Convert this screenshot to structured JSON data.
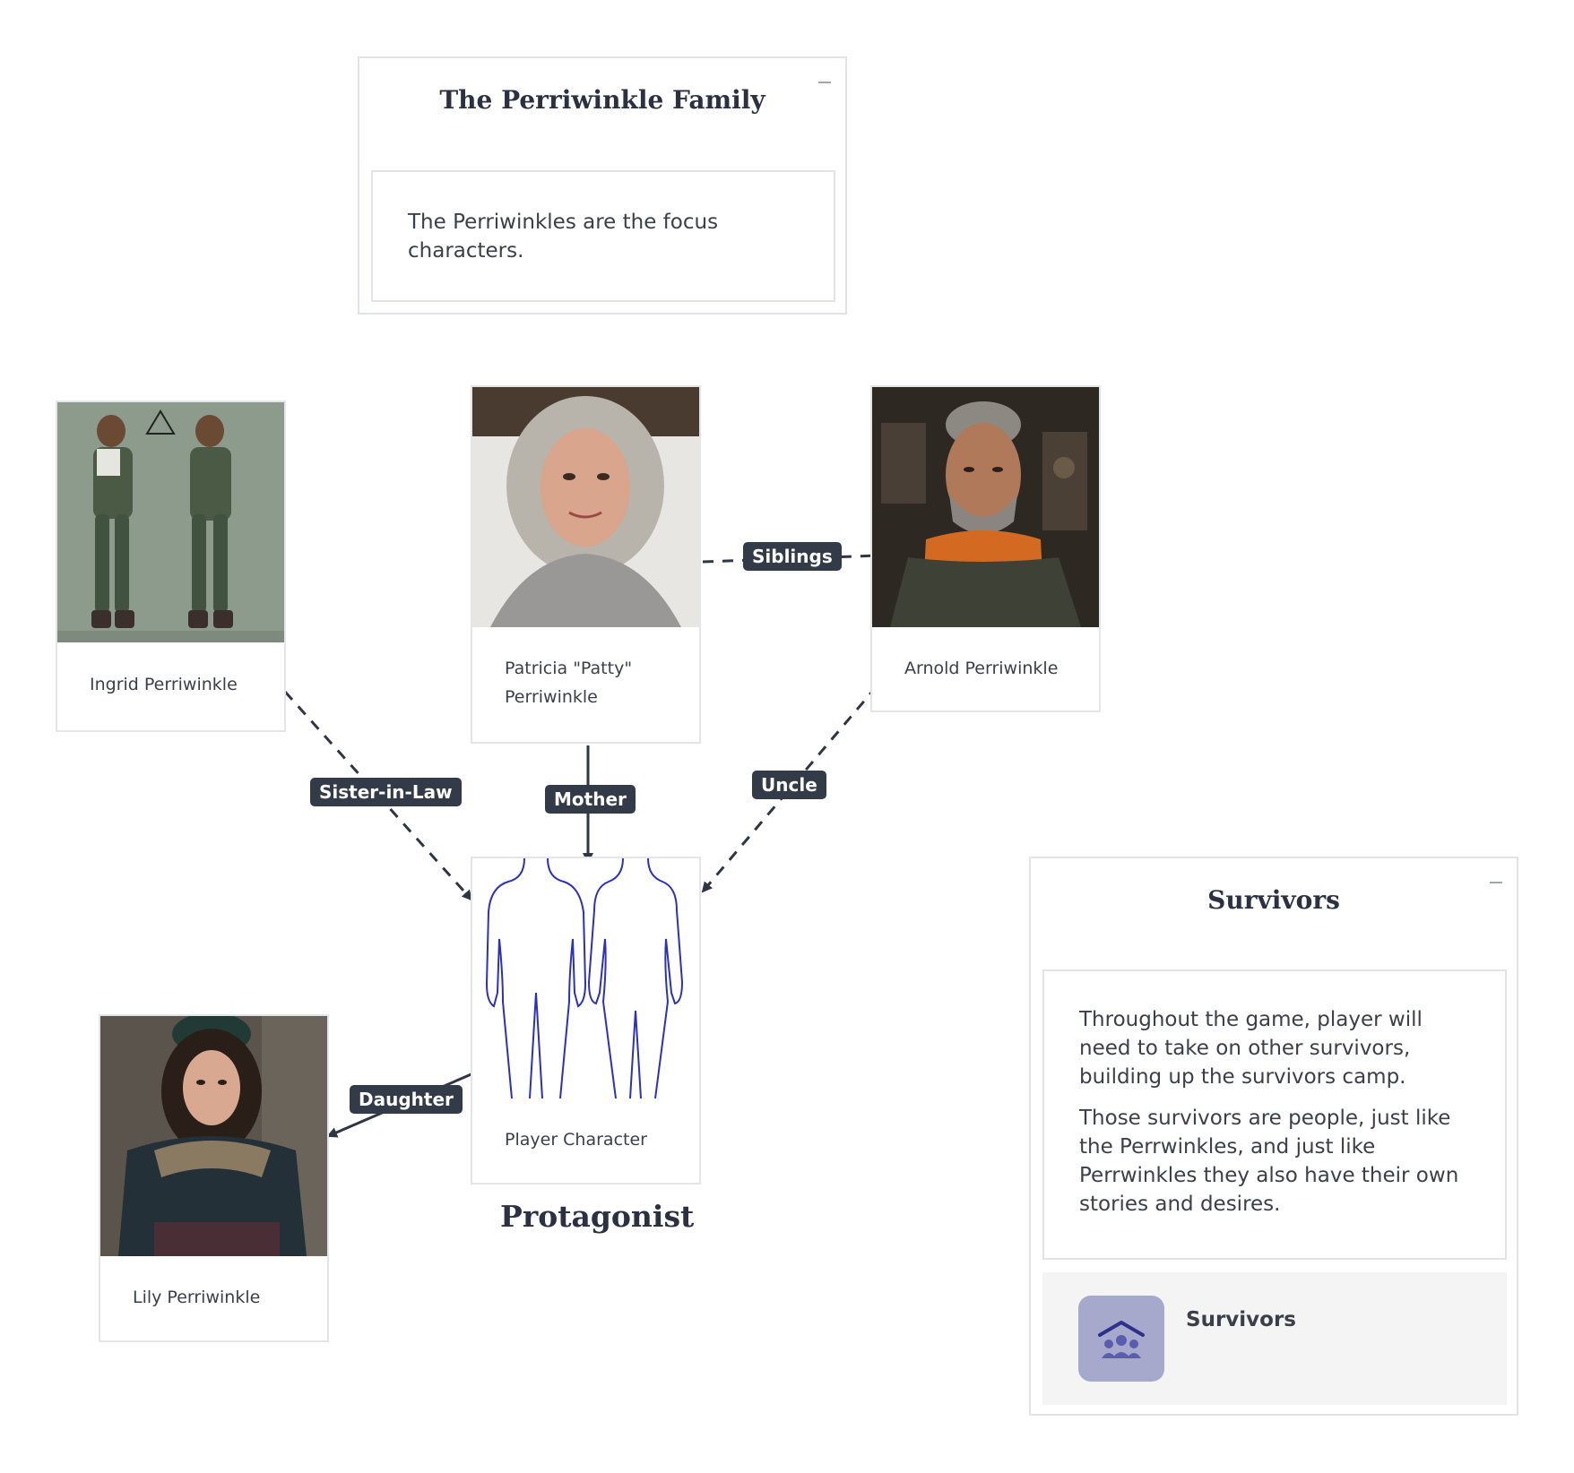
{
  "family_panel": {
    "title": "The Perriwinkle Family",
    "description": [
      "The Perriwinkles are the focus characters."
    ]
  },
  "survivors_panel": {
    "title": "Survivors",
    "description": [
      "Throughout the game, player will need to take on other survivors, building up the survivors camp.",
      "Those survivors are people, just like the Perrwinkles, and just like Perrwinkles they also have their own stories and desires."
    ],
    "reference": {
      "label": "Survivors",
      "icon": "shelter-people-icon"
    }
  },
  "characters": {
    "ingrid": {
      "name": "Ingrid Perriwinkle"
    },
    "patricia": {
      "name": "Patricia \"Patty\" Perriwinkle"
    },
    "arnold": {
      "name": "Arnold Perriwinkle"
    },
    "player": {
      "name": "Player Character",
      "caption": "Protagonist"
    },
    "lily": {
      "name": "Lily Perriwinkle"
    }
  },
  "relations": {
    "siblings": "Siblings",
    "sister_in_law": "Sister-in-Law",
    "mother": "Mother",
    "uncle": "Uncle",
    "daughter": "Daughter"
  },
  "colors": {
    "edge": "#2f3643",
    "label_bg": "#343b48",
    "body_outline": "#2b2fc4"
  }
}
